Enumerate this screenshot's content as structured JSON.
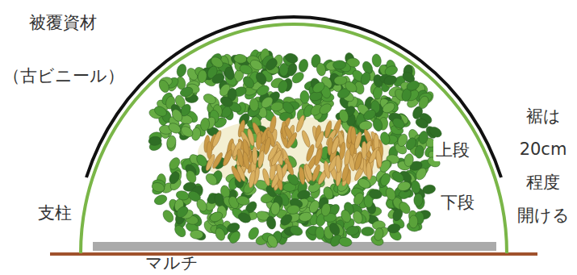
{
  "diagram": {
    "labels": [
      "被覆資材",
      "（古ビニール）",
      "支柱",
      "マルチ",
      "上段",
      "下段",
      "裾は 20cm 程度 開ける"
    ]
  }
}
